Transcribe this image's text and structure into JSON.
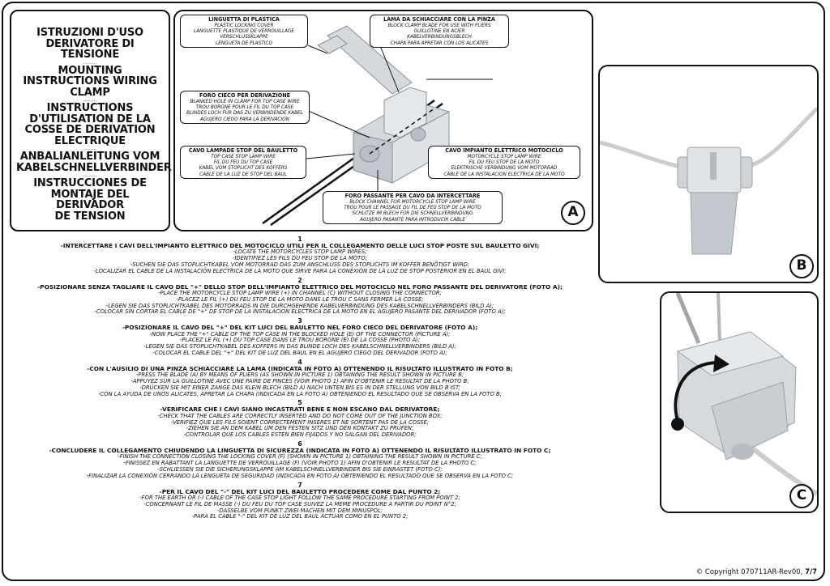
{
  "title": {
    "lines": [
      "ISTRUZIONI D'USO",
      "DERIVATORE DI TENSIONE",
      "MOUNTING",
      "INSTRUCTIONS WIRING",
      "CLAMP",
      "INSTRUCTIONS",
      "D'UTILISATION DE LA",
      "COSSE DE DERIVATION",
      "ELECTRIQUE",
      "ANBALIANLEITUNG VOM",
      "KABELSCHNELLVERBINDER",
      "INSTRUCCIONES DE",
      "MONTAJE DEL DERIVADOR",
      "DE TENSION"
    ],
    "separator": "........."
  },
  "photo_a": {
    "badge": "A",
    "callouts": {
      "linguetta": {
        "title": "LINGUETTA DI PLASTICA",
        "lines": [
          "PLASTIC LOCKING COVER",
          "LANGUETTE PLASTIQUE DE VERROUILLAGE",
          "VERSCHLUSSKLAPPE",
          "LENGUETA DE PLASTICO"
        ]
      },
      "lama": {
        "title": "LAMA DA SCHIACCIARE CON LA PINZA",
        "lines": [
          "BLOCK CLAMP BLADE FOR USE WITH PLIERS",
          "GUILLOTINE EN ACIER",
          "KABELVERBINDUNGSBLECH",
          "CHAPA PARA APRETAR CON LOS ALICATES"
        ]
      },
      "foro_cieco": {
        "title": "FORO CIECO PER DERIVAZIONE",
        "lines": [
          "BLANKED HOLE IN CLAMP FOR TOP CASE WIRE",
          "TROU BORGNE POUR LE FIL DU TOP CASE",
          "BLINDES LOCH FÜR DAS ZU VERBINDENDE KABEL",
          "AGUJERO CIEGO PARA LA DERIVACION"
        ]
      },
      "cavo_lampade": {
        "title": "CAVO LAMPADE STOP DEL BAULETTO",
        "lines": [
          "TOP CASE STOP LAMP WIRE",
          "FIL DU FEU DU TOP CASE",
          "KABEL VOM STOPLICHT DES KOFFERS",
          "CABLE DE LA LUZ DE STOP DEL BAUL"
        ]
      },
      "cavo_impianto": {
        "title": "CAVO IMPIANTO ELETTRICO MOTOCICLO",
        "lines": [
          "MOTORCYCLE STOP LAMP WIRE",
          "FIL DU FEU STOP DE LA MOTO",
          "ELEKTRISCHE VERBINDUNG VOM MOTORRAD",
          "CABLE DE LA INSTALACION ELECTRICA DE LA MOTO"
        ]
      },
      "foro_passante": {
        "title": "FORO PASSANTE PER CAVO DA INTERCETTARE",
        "lines": [
          "BLOCK CHANNEL FOR MOTORCYCLE STOP LAMP WIRE",
          "TROU POUR LE PASSAGE DU FIL DE FEU STOP DE LA MOTO",
          "SCHLITZE IM BLECH FÜR DIE SCHNELLVERBINDUNG",
          "AGUJERO PASANTE PARA INTRODUCIR CABLE"
        ]
      }
    }
  },
  "photo_b": {
    "badge": "B"
  },
  "photo_c": {
    "badge": "C"
  },
  "steps": [
    {
      "num": "1",
      "main": "-INTERCETTARE I CAVI DELL'IMPIANTO ELETTRICO DEL MOTOCICLO UTILI PER IL COLLEGAMENTO DELLE LUCI STOP POSTE SUL BAULETTO GIVI;",
      "lines": [
        "-LOCATE THE MOTORCYCLES STOP LAMP WIRES;",
        "-IDENTIFIEZ LES FILS DU FEU STOP DE LA MOTO;",
        "-SUCHEN SIE DAS STOPLICHTKABEL VOM MOTORRAD DAS ZUM ANSCHLUSS DES STOPLICHTS IM KOFFER BENÖTIGT WIRD;",
        "-LOCALIZAR EL CABLE DE LA INSTALACIÓN ELECTRICA DE LA MOTO QUE SIRVE PARA LA CONEXIÓN DE LA LUZ DE STOP POSTERIOR EN EL BAUL GIVI;"
      ]
    },
    {
      "num": "2",
      "main": "-POSIZIONARE SENZA TAGLIARE IL CAVO DEL \"+\" DELLO STOP DELL'IMPIANTO ELETTRICO DEL MOTOCICLO NEL FORO PASSANTE DEL DERIVATORE (FOTO A);",
      "lines": [
        "-PLACE THE MOTORCYCLE STOP LAMP WIRE (+) IN CHANNEL (C) WITHOUT CLOSING THE CONNECTOR;",
        "-PLACEZ LE FIL (+) DU FEU STOP DE LA MOTO DANS LE TROU C SANS FERMER LA COSSE;",
        "-LEGEN SIE DAS STOPLICHTKABEL DES MOTORRADS IN DIE DURCHGEHENDE KABELVERBINDUNG DES KABELSCHNELLVERBINDERS (BILD A);",
        "-COLOCAR SIN CORTAR EL CABLE DE \"+\" DE STOP DE LA INSTALACION ELECTRICA DE LA MOTO EN EL AGUJERO PASANTE DEL DERIVADOR (FOTO A);"
      ]
    },
    {
      "num": "3",
      "main": "-POSIZIONARE IL CAVO DEL \"+\" DEL KIT LUCI DEL BAULETTO NEL FORO CIECO DEL DERIVATORE (FOTO A);",
      "lines": [
        "-NOW PLACE THE \"+\" CABLE OF THE TOP CASE IN THE BLOCKED HOLE (E) OF THE CONNECTOR (PICTURE A);",
        "-PLACEZ LE FIL (+) DU TOP CASE DANS LE TROU BORGNE (E) DE LA COSSE (PHOTO A);",
        "-LEGEN SIE DAS STOPLICHTKABEL DES KOFFERS IN DAS BLINDE LOCH DES KABELSCHNELLVERBINDERS (BILD A);",
        "-COLOCAR EL CABLE DEL \"+\" DEL KIT DE LUZ DEL BAUL EN EL AGUJERO CIEGO DEL DERIVADOR (FOTO A);"
      ]
    },
    {
      "num": "4",
      "main": "-CON L'AUSILIO DI UNA PINZA SCHIACCIARE LA LAMA (INDICATA IN FOTO A) OTTENENDO IL RISULTATO ILLUSTRATO IN FOTO B;",
      "lines": [
        "-PRESS THE BLADE (A) BY MEANS OF PLIERS (AS SHOWN IN PICTURE 1) OBTAINING THE RESULT SHOWN IN PICTURE B;",
        "-APPUYEZ SUR LA GUILLOTINE AVEC UNE PAIRE DE PINCES (VOIR PHOTO 1) AFIN D'OBTENIR LE RESULTAT DE LA PHOTO B;",
        "-DRÜCKEN SIE MIT EINER ZANGE DAS KLEIN BLECH (BILD A) NACH UNTEN BIS ES IN DER STELLUNG VON BILD B IST;",
        "-CON LA AYUDA DE UNOS ALICATES, APRETAR LA CHAPA (INDICADA EN LA FOTO A) OBTENIENDO EL RESULTADO QUE SE OBSERVA EN LA FOTO B;"
      ]
    },
    {
      "num": "5",
      "main": "-VERIFICARE CHE I CAVI SIANO INCASTRATI BENE E NON ESCANO DAL DERIVATORE;",
      "lines": [
        "-CHECK THAT THE CABLES ARE CORRECTLY INSERTED AND DO NOT COME OUT OF THE JUNCTION BOX;",
        "-VERIFIEZ QUE LES FILS SOIENT CORRECTEMENT INSERES ET NE SORTENT PAS DE LA COSSE;",
        "-ZIEHEN SIE AN DEM KABEL UM DEN FESTEN SITZ UND DEN KONTAKT ZU PRÜFEN;",
        "-CONTROLAR QUE LOS CABLES ESTEN BIEN FIJADOS Y NO SALGAN DEL DERIVADOR;"
      ]
    },
    {
      "num": "6",
      "main": "-CONCLUDERE IL COLLEGAMENTO CHIUDENDO LA LINGUETTA DI SICUREZZA (INDICATA IN FOTO A) OTTENENDO IL RISULTATO ILLUSTRATO IN FOTO C;",
      "lines": [
        "-FINISH THE CONNECTION CLOSING THE LOCKING COVER (F) (SHOWN IN PICTURE 1) OBTAINING THE RESULT SHOWN IN PICTURE C;",
        "-FINISSEZ EN RABATTANT LA LANGUETTE DE VERROUILLAGE (F) (VOIR PHOTO 1) AFIN D'OBTENIR LE RESULTAT DE LA PHOTO C;",
        "-SCHLIESSEN SIE DIE SICHERUNGSKLAPPE AM KABELSCHNELLVERBINDER BIS SIE EINRASTET (FOTO C);",
        "-FINALIZAR LA CONEXIÓN CERRANDO LA LENGUETA DE SEGURIDAD (INDICADA EN FOTO A) OBTENIENDO EL RESULTADO QUE SE OBSERVA EN LA FOTO C;"
      ]
    },
    {
      "num": "7",
      "main": "-PER IL CAVO DEL \"-\" DEL KIT LUCI DEL BAULETTO PROCEDERE COME DAL PUNTO 2;",
      "lines": [
        "-FOR THE EARTH OR (-) CABLE OF THE CASE STOP LIGHT FOLLOW THE SAME PROCEDURE STARTING FROM POINT 2;",
        "-CONCERNANT LE FIL DE MASSE (-) DU FEU DU TOP CASE SUIVEZ LA MEME PROCEDURE A PARTIR DU POINT N°2;",
        "-DASSELBE VOM PUNKT ZWEI MACHEN MIT DEM MINUSPOL;",
        "-PARA EL CABLE \"-\" DEL KIT DE LUZ DEL BAUL ACTUAR COMO EN EL PUNTO 2;"
      ]
    }
  ],
  "footer": {
    "copyright": "© Copyright 070711AR-Rev00,",
    "page": "7/7"
  }
}
